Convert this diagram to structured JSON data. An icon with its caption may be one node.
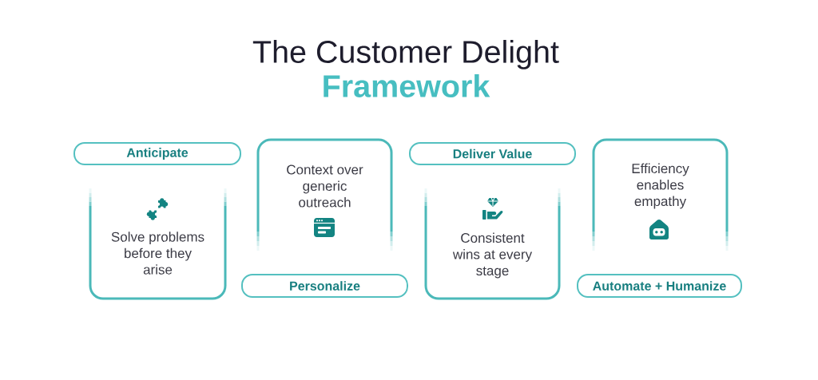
{
  "diagram": {
    "title": "The Customer Delight **Framework**",
    "nodes": [
      {
        "text": [
          "Anticipate"
        ]
      },
      {
        "text": [
          "Solve problems before they arise"
        ]
      },
      {
        "text": [
          "Context over generic outreach"
        ]
      },
      {
        "text": [
          "Personalize"
        ]
      },
      {
        "text": [
          "Deliver Value"
        ]
      },
      {
        "text": [
          "Consistent wins at every stage"
        ]
      },
      {
        "text": [
          "Efficiency enables empathy"
        ]
      },
      {
        "text": [
          "Automate + Humanize"
        ]
      }
    ]
  }
}
